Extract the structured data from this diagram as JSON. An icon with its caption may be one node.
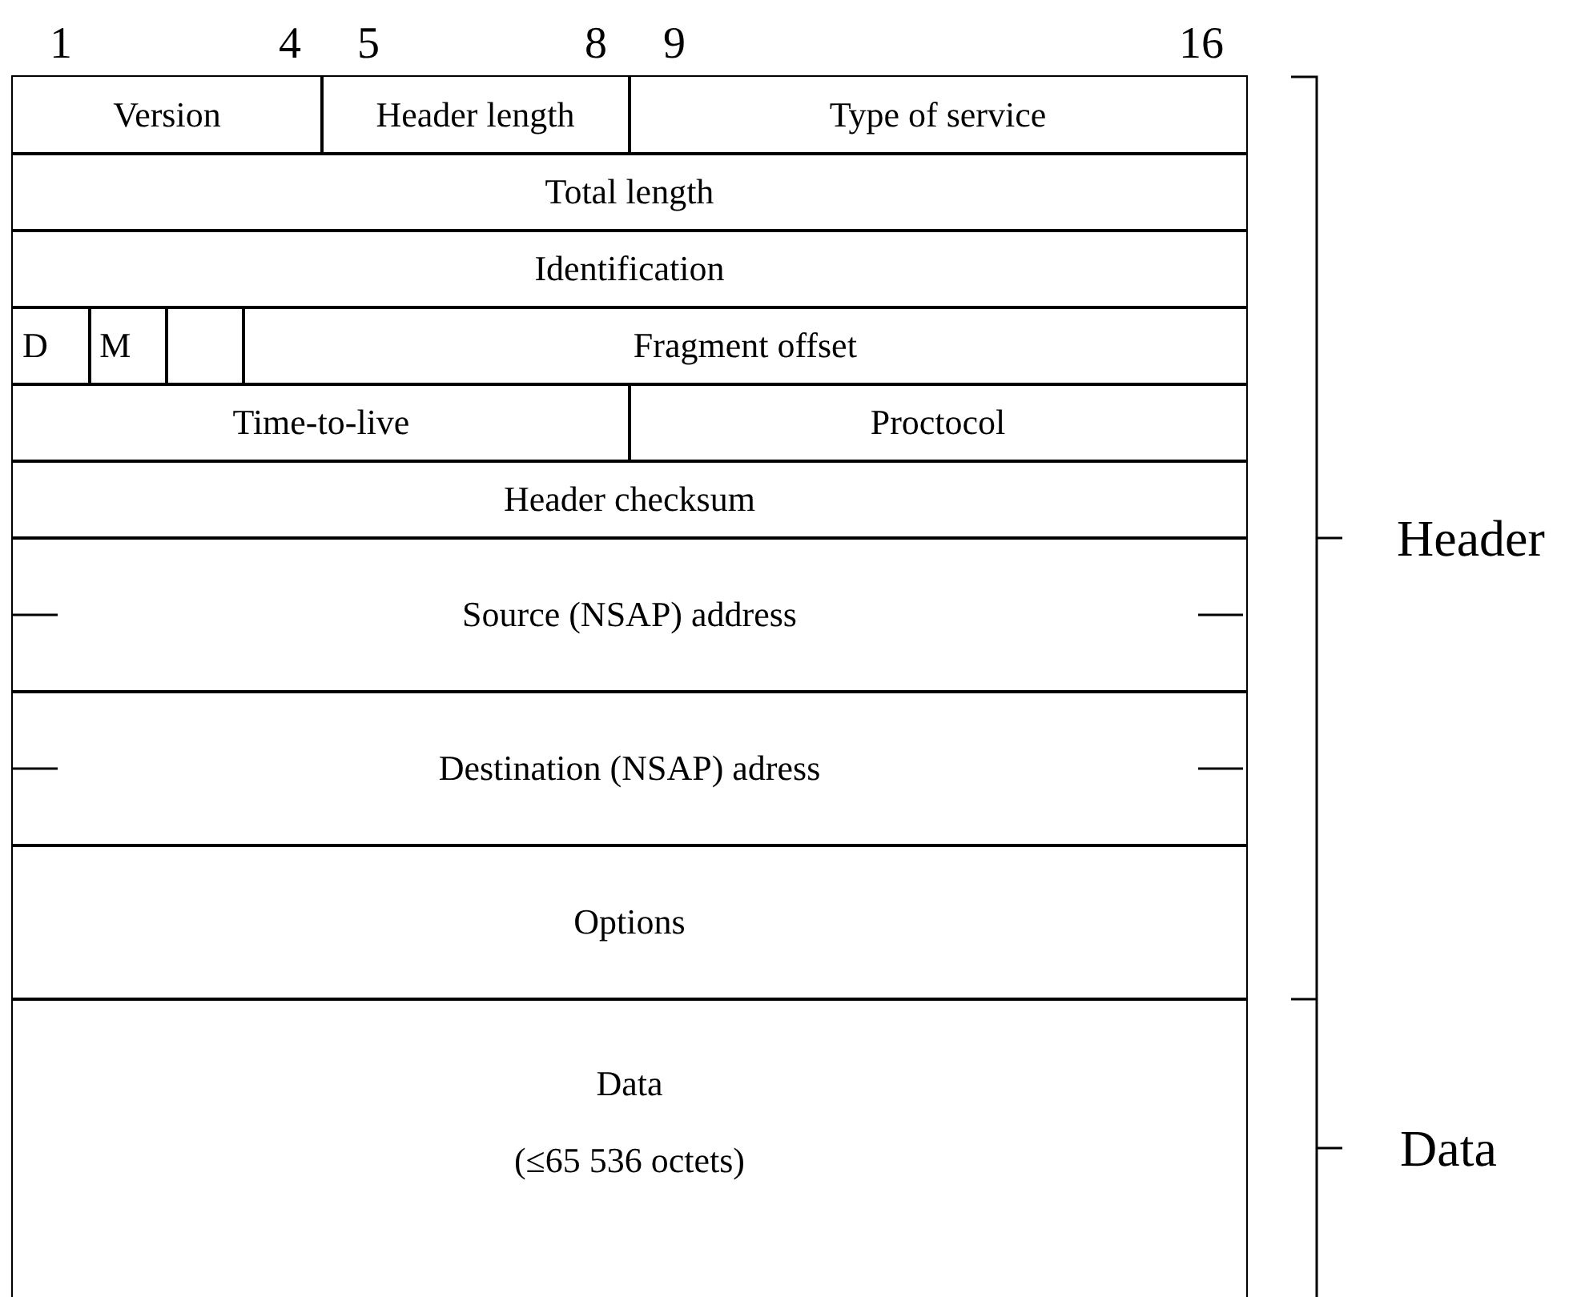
{
  "diagram": {
    "nodes": [
      {
        "text": [
          "Version"
        ]
      },
      {
        "text": [
          "Header length"
        ]
      },
      {
        "text": [
          "Type of service"
        ]
      },
      {
        "text": [
          "Total length"
        ]
      },
      {
        "text": [
          "Identification"
        ]
      },
      {
        "text": [
          "D"
        ]
      },
      {
        "text": [
          "M"
        ]
      },
      {
        "text": [],
        "shape": "box"
      },
      {
        "text": [
          "Fragment offset"
        ]
      },
      {
        "text": [
          "Time-to-live"
        ]
      },
      {
        "text": [
          "Proctocol"
        ]
      },
      {
        "text": [
          "Header checksum"
        ]
      },
      {
        "text": [
          "Source (NSAP) address"
        ]
      },
      {
        "text": [
          "Destination (NSAP) adress"
        ]
      },
      {
        "text": [
          "Options"
        ]
      },
      {
        "text": [
          "Data",
          "(≤65 536 octets)"
        ]
      }
    ],
    "edges": [],
    "labels": [
      "1",
      "4",
      "5",
      "8",
      "9",
      "16",
      "Header",
      "Data"
    ]
  }
}
